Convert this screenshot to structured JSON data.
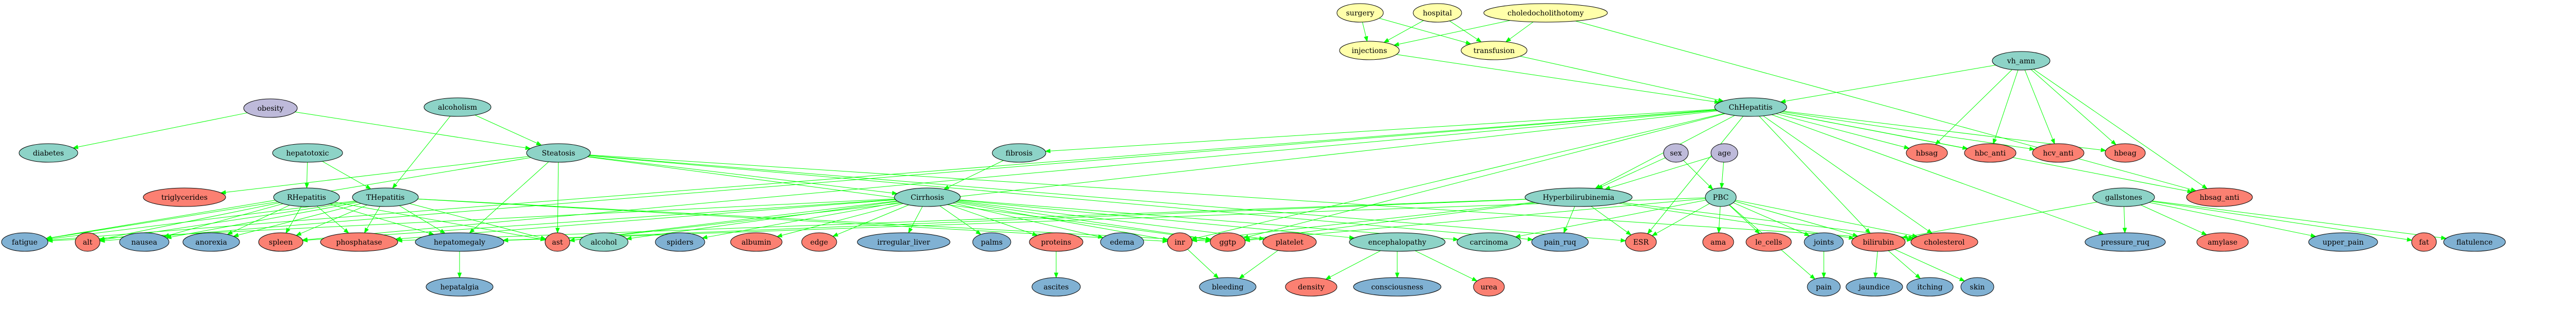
{
  "graph": {
    "palette": {
      "yellow": "#ffffaa",
      "teal": "#8dd3c7",
      "lavender": "#bebada",
      "salmon": "#fb8072",
      "blue": "#80b1d3",
      "edge": "#00ff00",
      "outline": "#000000"
    },
    "nodes": [
      {
        "id": "surgery",
        "label": "surgery",
        "color": "yellow"
      },
      {
        "id": "hospital",
        "label": "hospital",
        "color": "yellow"
      },
      {
        "id": "choledocholithotomy",
        "label": "choledocholithotomy",
        "color": "yellow"
      },
      {
        "id": "injections",
        "label": "injections",
        "color": "yellow"
      },
      {
        "id": "transfusion",
        "label": "transfusion",
        "color": "yellow"
      },
      {
        "id": "vh_amn",
        "label": "vh_amn",
        "color": "teal"
      },
      {
        "id": "obesity",
        "label": "obesity",
        "color": "lavender"
      },
      {
        "id": "alcoholism",
        "label": "alcoholism",
        "color": "teal"
      },
      {
        "id": "ChHepatitis",
        "label": "ChHepatitis",
        "color": "teal"
      },
      {
        "id": "diabetes",
        "label": "diabetes",
        "color": "teal"
      },
      {
        "id": "hepatotoxic",
        "label": "hepatotoxic",
        "color": "teal"
      },
      {
        "id": "Steatosis",
        "label": "Steatosis",
        "color": "teal"
      },
      {
        "id": "fibrosis",
        "label": "fibrosis",
        "color": "teal"
      },
      {
        "id": "sex",
        "label": "sex",
        "color": "lavender"
      },
      {
        "id": "age",
        "label": "age",
        "color": "lavender"
      },
      {
        "id": "hbsag",
        "label": "hbsag",
        "color": "salmon"
      },
      {
        "id": "hbc_anti",
        "label": "hbc_anti",
        "color": "salmon"
      },
      {
        "id": "hcv_anti",
        "label": "hcv_anti",
        "color": "salmon"
      },
      {
        "id": "hbeag",
        "label": "hbeag",
        "color": "salmon"
      },
      {
        "id": "triglycerides",
        "label": "triglycerides",
        "color": "salmon"
      },
      {
        "id": "RHepatitis",
        "label": "RHepatitis",
        "color": "teal"
      },
      {
        "id": "THepatitis",
        "label": "THepatitis",
        "color": "teal"
      },
      {
        "id": "Cirrhosis",
        "label": "Cirrhosis",
        "color": "teal"
      },
      {
        "id": "Hyperbilirubinemia",
        "label": "Hyperbilirubinemia",
        "color": "teal"
      },
      {
        "id": "PBC",
        "label": "PBC",
        "color": "teal"
      },
      {
        "id": "gallstones",
        "label": "gallstones",
        "color": "teal"
      },
      {
        "id": "hbsag_anti",
        "label": "hbsag_anti",
        "color": "salmon"
      },
      {
        "id": "fatigue",
        "label": "fatigue",
        "color": "blue"
      },
      {
        "id": "alt",
        "label": "alt",
        "color": "salmon"
      },
      {
        "id": "nausea",
        "label": "nausea",
        "color": "blue"
      },
      {
        "id": "anorexia",
        "label": "anorexia",
        "color": "blue"
      },
      {
        "id": "spleen",
        "label": "spleen",
        "color": "salmon"
      },
      {
        "id": "phosphatase",
        "label": "phosphatase",
        "color": "salmon"
      },
      {
        "id": "hepatomegaly",
        "label": "hepatomegaly",
        "color": "blue"
      },
      {
        "id": "ast",
        "label": "ast",
        "color": "salmon"
      },
      {
        "id": "alcohol",
        "label": "alcohol",
        "color": "teal"
      },
      {
        "id": "spiders",
        "label": "spiders",
        "color": "blue"
      },
      {
        "id": "albumin",
        "label": "albumin",
        "color": "salmon"
      },
      {
        "id": "edge",
        "label": "edge",
        "color": "salmon"
      },
      {
        "id": "irregular_liver",
        "label": "irregular_liver",
        "color": "blue"
      },
      {
        "id": "palms",
        "label": "palms",
        "color": "blue"
      },
      {
        "id": "proteins",
        "label": "proteins",
        "color": "salmon"
      },
      {
        "id": "edema",
        "label": "edema",
        "color": "blue"
      },
      {
        "id": "inr",
        "label": "inr",
        "color": "salmon"
      },
      {
        "id": "ggtp",
        "label": "ggtp",
        "color": "salmon"
      },
      {
        "id": "platelet",
        "label": "platelet",
        "color": "salmon"
      },
      {
        "id": "encephalopathy",
        "label": "encephalopathy",
        "color": "teal"
      },
      {
        "id": "carcinoma",
        "label": "carcinoma",
        "color": "teal"
      },
      {
        "id": "pain_ruq",
        "label": "pain_ruq",
        "color": "blue"
      },
      {
        "id": "ESR",
        "label": "ESR",
        "color": "salmon"
      },
      {
        "id": "ama",
        "label": "ama",
        "color": "salmon"
      },
      {
        "id": "le_cells",
        "label": "le_cells",
        "color": "salmon"
      },
      {
        "id": "joints",
        "label": "joints",
        "color": "blue"
      },
      {
        "id": "bilirubin",
        "label": "bilirubin",
        "color": "salmon"
      },
      {
        "id": "cholesterol",
        "label": "cholesterol",
        "color": "salmon"
      },
      {
        "id": "pressure_ruq",
        "label": "pressure_ruq",
        "color": "blue"
      },
      {
        "id": "amylase",
        "label": "amylase",
        "color": "salmon"
      },
      {
        "id": "upper_pain",
        "label": "upper_pain",
        "color": "blue"
      },
      {
        "id": "fat",
        "label": "fat",
        "color": "salmon"
      },
      {
        "id": "flatulence",
        "label": "flatulence",
        "color": "blue"
      },
      {
        "id": "hepatalgia",
        "label": "hepatalgia",
        "color": "blue"
      },
      {
        "id": "ascites",
        "label": "ascites",
        "color": "blue"
      },
      {
        "id": "bleeding",
        "label": "bleeding",
        "color": "blue"
      },
      {
        "id": "density",
        "label": "density",
        "color": "salmon"
      },
      {
        "id": "consciousness",
        "label": "consciousness",
        "color": "blue"
      },
      {
        "id": "urea",
        "label": "urea",
        "color": "salmon"
      },
      {
        "id": "pain",
        "label": "pain",
        "color": "blue"
      },
      {
        "id": "jaundice",
        "label": "jaundice",
        "color": "blue"
      },
      {
        "id": "itching",
        "label": "itching",
        "color": "blue"
      },
      {
        "id": "skin",
        "label": "skin",
        "color": "blue"
      }
    ],
    "edges": [
      [
        "surgery",
        "injections"
      ],
      [
        "surgery",
        "transfusion"
      ],
      [
        "hospital",
        "injections"
      ],
      [
        "hospital",
        "transfusion"
      ],
      [
        "choledocholithotomy",
        "injections"
      ],
      [
        "choledocholithotomy",
        "transfusion"
      ],
      [
        "choledocholithotomy",
        "hbsag_anti"
      ],
      [
        "injections",
        "ChHepatitis"
      ],
      [
        "transfusion",
        "ChHepatitis"
      ],
      [
        "vh_amn",
        "ChHepatitis"
      ],
      [
        "vh_amn",
        "hbsag"
      ],
      [
        "vh_amn",
        "hbc_anti"
      ],
      [
        "vh_amn",
        "hcv_anti"
      ],
      [
        "vh_amn",
        "hbeag"
      ],
      [
        "vh_amn",
        "hbsag_anti"
      ],
      [
        "obesity",
        "diabetes"
      ],
      [
        "obesity",
        "Steatosis"
      ],
      [
        "alcoholism",
        "Steatosis"
      ],
      [
        "alcoholism",
        "THepatitis"
      ],
      [
        "hepatotoxic",
        "RHepatitis"
      ],
      [
        "hepatotoxic",
        "THepatitis"
      ],
      [
        "ChHepatitis",
        "fibrosis"
      ],
      [
        "ChHepatitis",
        "hbsag"
      ],
      [
        "ChHepatitis",
        "hbc_anti"
      ],
      [
        "ChHepatitis",
        "hcv_anti"
      ],
      [
        "ChHepatitis",
        "hbeag"
      ],
      [
        "ChHepatitis",
        "hbsag_anti"
      ],
      [
        "ChHepatitis",
        "fatigue"
      ],
      [
        "ChHepatitis",
        "alt"
      ],
      [
        "ChHepatitis",
        "ast"
      ],
      [
        "ChHepatitis",
        "inr"
      ],
      [
        "ChHepatitis",
        "ggtp"
      ],
      [
        "ChHepatitis",
        "bilirubin"
      ],
      [
        "ChHepatitis",
        "ESR"
      ],
      [
        "ChHepatitis",
        "pressure_ruq"
      ],
      [
        "ChHepatitis",
        "cholesterol"
      ],
      [
        "ChHepatitis",
        "Hyperbilirubinemia"
      ],
      [
        "ChHepatitis",
        "spleen"
      ],
      [
        "Steatosis",
        "Cirrhosis"
      ],
      [
        "Steatosis",
        "triglycerides"
      ],
      [
        "Steatosis",
        "hepatomegaly"
      ],
      [
        "Steatosis",
        "ast"
      ],
      [
        "Steatosis",
        "ggtp"
      ],
      [
        "Steatosis",
        "pain_ruq"
      ],
      [
        "Steatosis",
        "ESR"
      ],
      [
        "Steatosis",
        "cholesterol"
      ],
      [
        "Steatosis",
        "fatigue"
      ],
      [
        "fibrosis",
        "Cirrhosis"
      ],
      [
        "sex",
        "PBC"
      ],
      [
        "sex",
        "Hyperbilirubinemia"
      ],
      [
        "age",
        "PBC"
      ],
      [
        "age",
        "Hyperbilirubinemia"
      ],
      [
        "RHepatitis",
        "fatigue"
      ],
      [
        "RHepatitis",
        "alt"
      ],
      [
        "RHepatitis",
        "nausea"
      ],
      [
        "RHepatitis",
        "anorexia"
      ],
      [
        "RHepatitis",
        "spleen"
      ],
      [
        "RHepatitis",
        "phosphatase"
      ],
      [
        "RHepatitis",
        "hepatomegaly"
      ],
      [
        "RHepatitis",
        "ast"
      ],
      [
        "THepatitis",
        "fatigue"
      ],
      [
        "THepatitis",
        "alt"
      ],
      [
        "THepatitis",
        "nausea"
      ],
      [
        "THepatitis",
        "anorexia"
      ],
      [
        "THepatitis",
        "spleen"
      ],
      [
        "THepatitis",
        "phosphatase"
      ],
      [
        "THepatitis",
        "hepatomegaly"
      ],
      [
        "THepatitis",
        "ast"
      ],
      [
        "THepatitis",
        "inr"
      ],
      [
        "THepatitis",
        "ggtp"
      ],
      [
        "Cirrhosis",
        "alcohol"
      ],
      [
        "Cirrhosis",
        "spiders"
      ],
      [
        "Cirrhosis",
        "albumin"
      ],
      [
        "Cirrhosis",
        "edge"
      ],
      [
        "Cirrhosis",
        "irregular_liver"
      ],
      [
        "Cirrhosis",
        "palms"
      ],
      [
        "Cirrhosis",
        "proteins"
      ],
      [
        "Cirrhosis",
        "edema"
      ],
      [
        "Cirrhosis",
        "inr"
      ],
      [
        "Cirrhosis",
        "ggtp"
      ],
      [
        "Cirrhosis",
        "platelet"
      ],
      [
        "Cirrhosis",
        "encephalopathy"
      ],
      [
        "Cirrhosis",
        "carcinoma"
      ],
      [
        "Cirrhosis",
        "phosphatase"
      ],
      [
        "Cirrhosis",
        "ast"
      ],
      [
        "Cirrhosis",
        "spleen"
      ],
      [
        "Cirrhosis",
        "fatigue"
      ],
      [
        "Hyperbilirubinemia",
        "pain_ruq"
      ],
      [
        "Hyperbilirubinemia",
        "ESR"
      ],
      [
        "Hyperbilirubinemia",
        "phosphatase"
      ],
      [
        "Hyperbilirubinemia",
        "ggtp"
      ],
      [
        "Hyperbilirubinemia",
        "bilirubin"
      ],
      [
        "Hyperbilirubinemia",
        "cholesterol"
      ],
      [
        "Hyperbilirubinemia",
        "hepatomegaly"
      ],
      [
        "Hyperbilirubinemia",
        "inr"
      ],
      [
        "PBC",
        "ama"
      ],
      [
        "PBC",
        "le_cells"
      ],
      [
        "PBC",
        "joints"
      ],
      [
        "PBC",
        "bilirubin"
      ],
      [
        "PBC",
        "cholesterol"
      ],
      [
        "PBC",
        "ESR"
      ],
      [
        "PBC",
        "carcinoma"
      ],
      [
        "PBC",
        "pain"
      ],
      [
        "PBC",
        "ggtp"
      ],
      [
        "PBC",
        "hepatomegaly"
      ],
      [
        "gallstones",
        "pressure_ruq"
      ],
      [
        "gallstones",
        "amylase"
      ],
      [
        "gallstones",
        "upper_pain"
      ],
      [
        "gallstones",
        "fat"
      ],
      [
        "gallstones",
        "flatulence"
      ],
      [
        "gallstones",
        "bilirubin"
      ],
      [
        "hepatomegaly",
        "hepatalgia"
      ],
      [
        "proteins",
        "ascites"
      ],
      [
        "inr",
        "bleeding"
      ],
      [
        "platelet",
        "bleeding"
      ],
      [
        "encephalopathy",
        "density"
      ],
      [
        "encephalopathy",
        "consciousness"
      ],
      [
        "encephalopathy",
        "urea"
      ],
      [
        "joints",
        "pain"
      ],
      [
        "bilirubin",
        "jaundice"
      ],
      [
        "bilirubin",
        "itching"
      ],
      [
        "bilirubin",
        "skin"
      ]
    ]
  }
}
